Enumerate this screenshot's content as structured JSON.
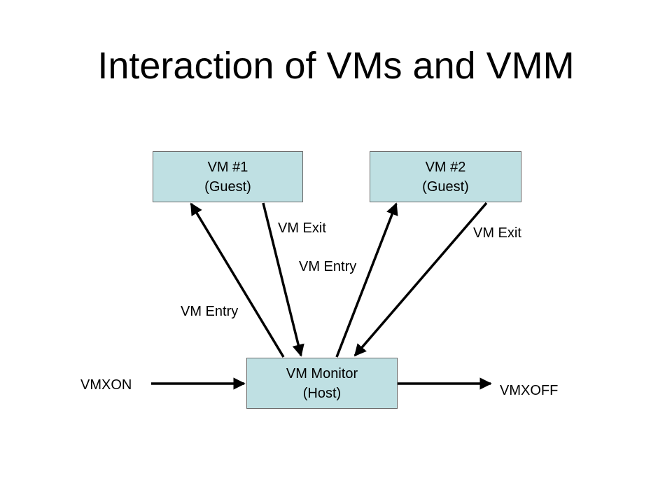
{
  "title": "Interaction of VMs and VMM",
  "nodes": {
    "vm1": {
      "line1": "VM #1",
      "line2": "(Guest)"
    },
    "vm2": {
      "line1": "VM #2",
      "line2": "(Guest)"
    },
    "monitor": {
      "line1": "VM Monitor",
      "line2": "(Host)"
    }
  },
  "edges": {
    "vm1_exit": "VM Exit",
    "vm1_entry": "VM Entry",
    "vm2_entry": "VM Entry",
    "vm2_exit": "VM Exit",
    "vmxon": "VMXON",
    "vmxoff": "VMXOFF"
  },
  "colors": {
    "box_fill": "#bfe0e3",
    "box_border": "#6a6a6a",
    "arrow": "#000000"
  }
}
